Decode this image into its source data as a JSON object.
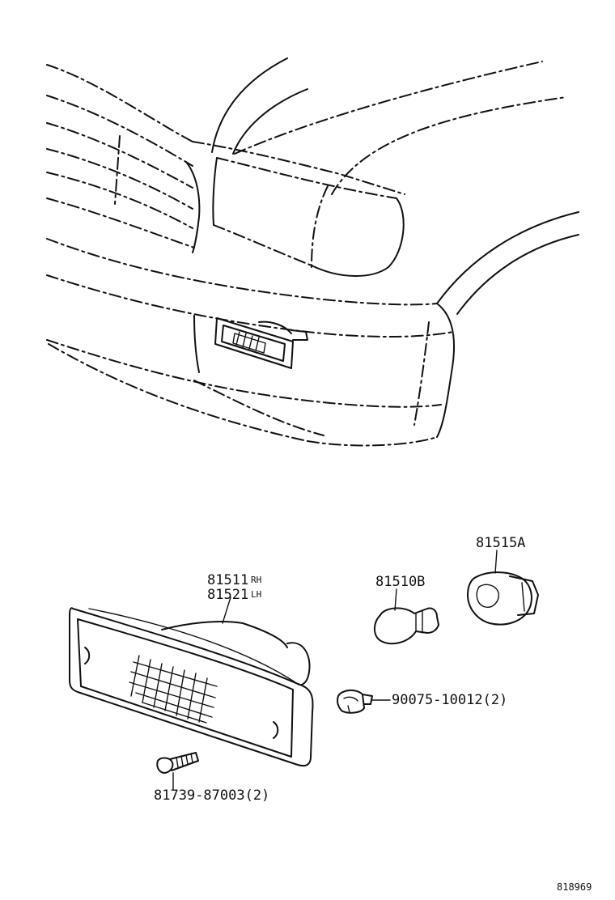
{
  "parts": {
    "lamp_rh": {
      "number": "81511",
      "side": "RH"
    },
    "lamp_lh": {
      "number": "81521",
      "side": "LH"
    },
    "bulb": {
      "number": "81510B"
    },
    "socket": {
      "number": "81515A"
    },
    "clip": {
      "number": "90075-10012(2)"
    },
    "screw": {
      "number": "81739-87003(2)"
    }
  },
  "illustration_code": "818969"
}
